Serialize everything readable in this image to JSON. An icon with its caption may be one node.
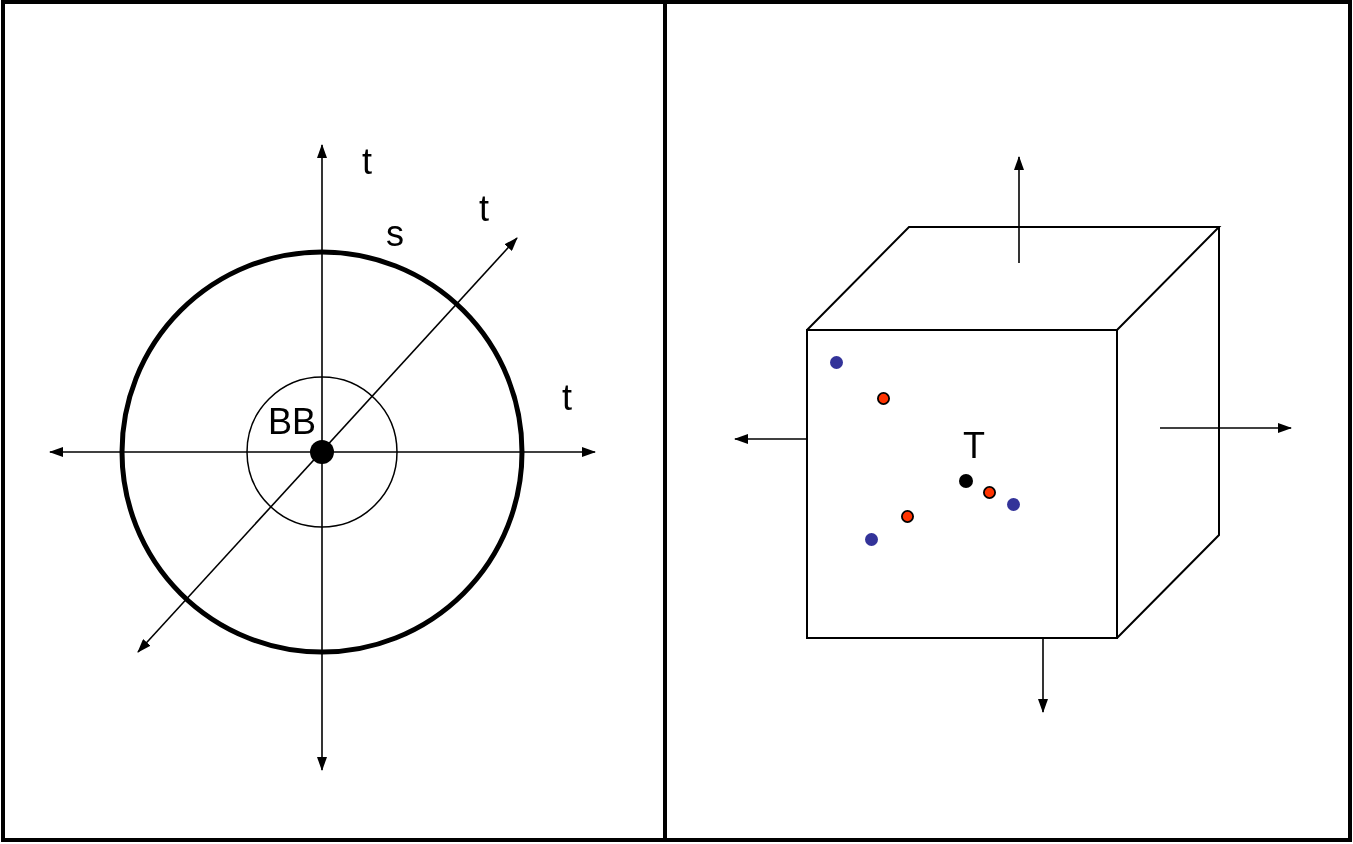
{
  "diagram": {
    "labels": [
      "t",
      "t",
      "s",
      "t",
      "BB",
      "T"
    ]
  }
}
